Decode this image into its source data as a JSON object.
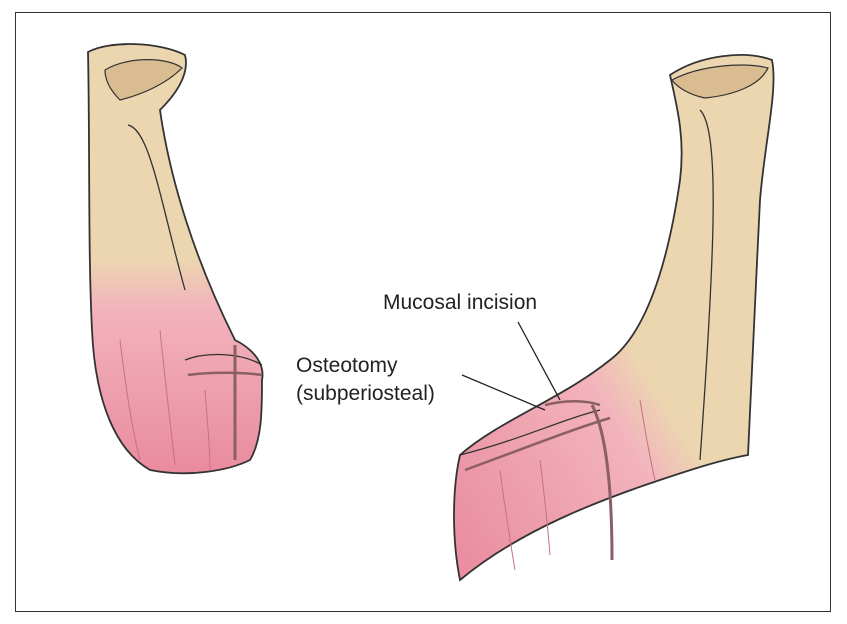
{
  "labels": {
    "mucosal_incision": "Mucosal incision",
    "osteotomy": "Osteotomy",
    "osteotomy_sub": "(subperiosteal)"
  },
  "colors": {
    "bone": "#ecd6b0",
    "mucosa": "#eea0ae",
    "outline": "#333333",
    "incision_line": "#a07a80"
  }
}
